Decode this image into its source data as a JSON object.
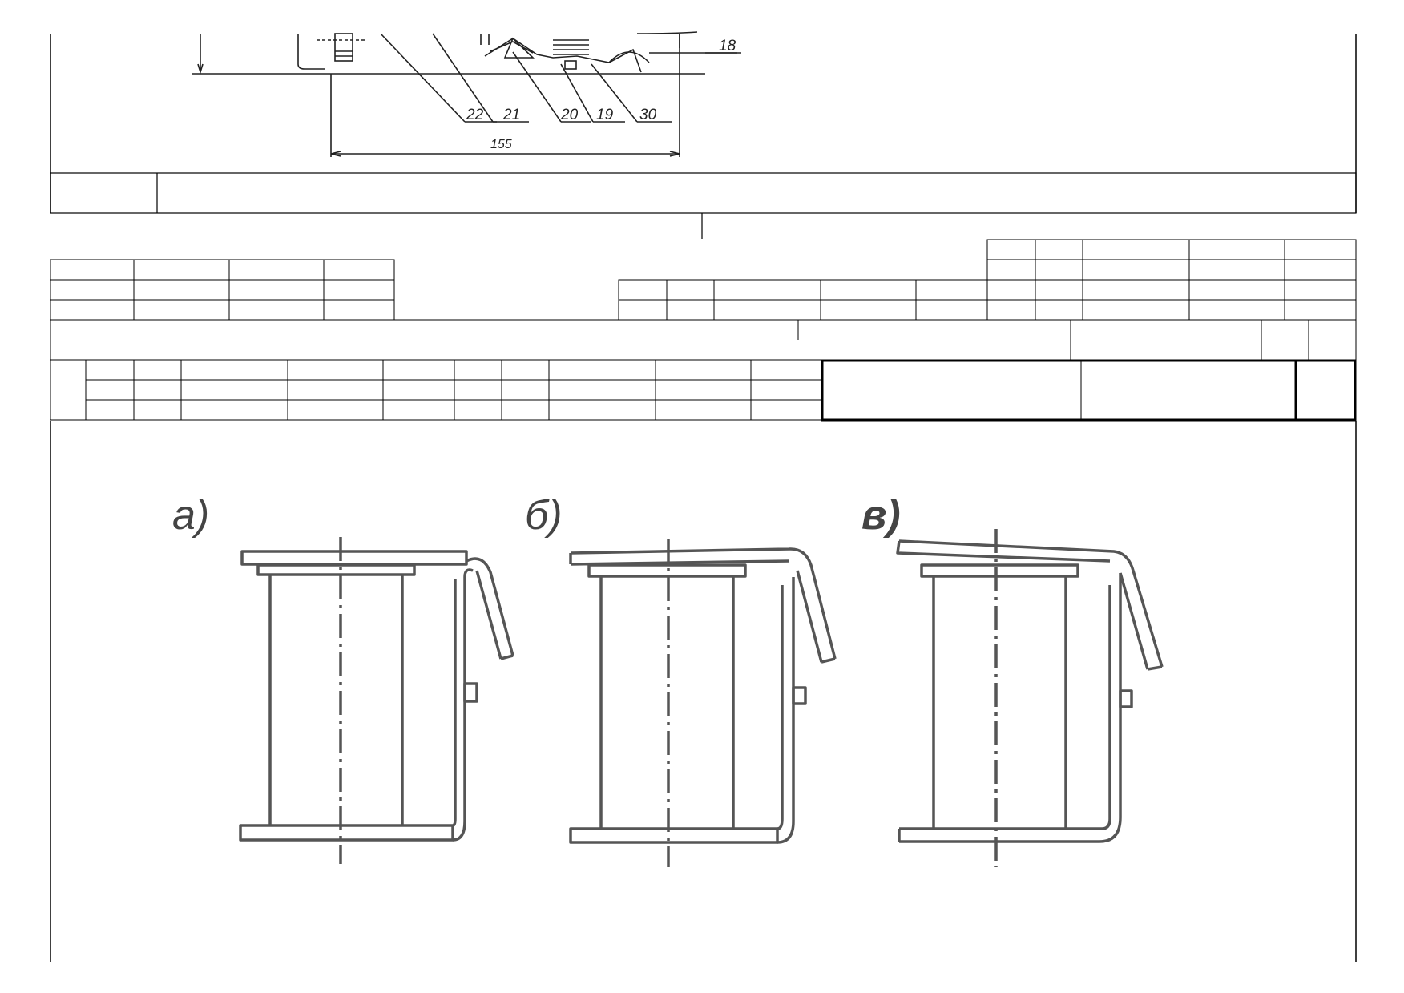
{
  "top_drawing": {
    "callouts": [
      "18",
      "22",
      "21",
      "20",
      "19",
      "30"
    ],
    "dimension": "155"
  },
  "views": [
    {
      "label": "а)"
    },
    {
      "label": "б)"
    },
    {
      "label": "в)"
    }
  ]
}
